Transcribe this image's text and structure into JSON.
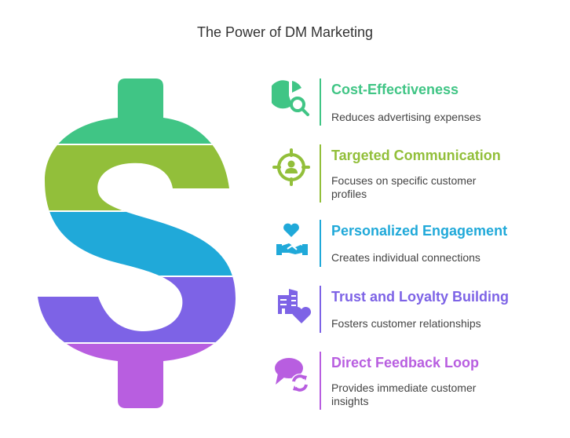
{
  "title": "The Power of DM Marketing",
  "colors": [
    "#40c585",
    "#92bf3a",
    "#20a9d9",
    "#7d63e6",
    "#b85ee0"
  ],
  "items": [
    {
      "title": "Cost-Effectiveness",
      "description": "Reduces advertising expenses",
      "icon": "pie-chart-search-icon",
      "color": "#40c585"
    },
    {
      "title": "Targeted Communication",
      "description": "Focuses on specific customer profiles",
      "icon": "target-user-icon",
      "color": "#92bf3a"
    },
    {
      "title": "Personalized Engagement",
      "description": "Creates individual connections",
      "icon": "heart-handshake-icon",
      "color": "#20a9d9"
    },
    {
      "title": "Trust and Loyalty Building",
      "description": "Fosters customer relationships",
      "icon": "building-heart-icon",
      "color": "#7d63e6"
    },
    {
      "title": "Direct Feedback Loop",
      "description": "Provides immediate customer insights",
      "icon": "chat-refresh-icon",
      "color": "#b85ee0"
    }
  ]
}
